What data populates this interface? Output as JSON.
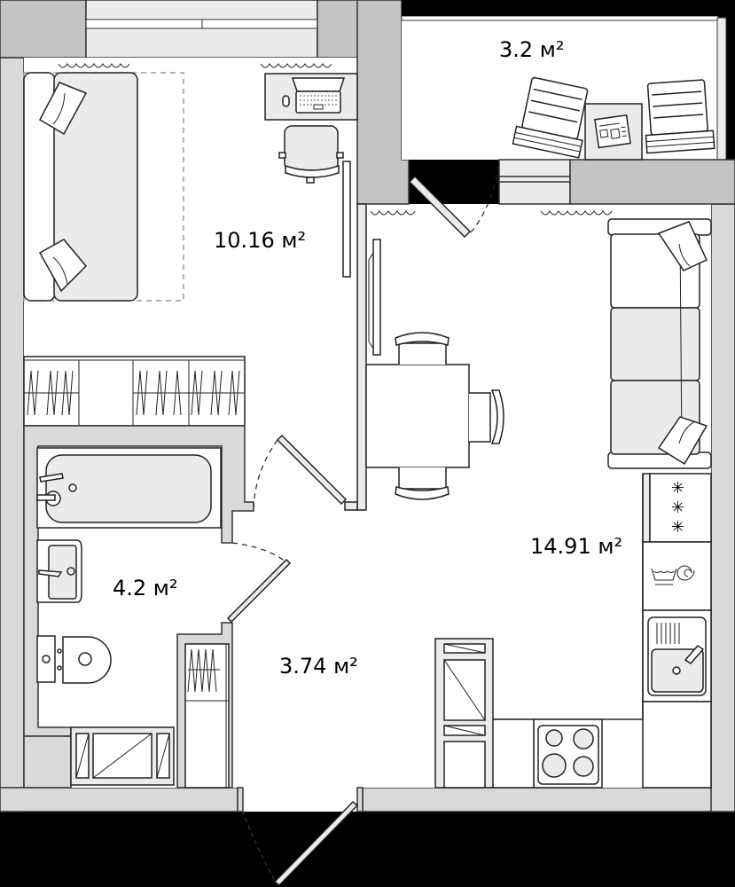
{
  "plan": {
    "rooms": [
      {
        "id": "bedroom",
        "area_label": "10.16 м²"
      },
      {
        "id": "balcony",
        "area_label": "3.2 м²"
      },
      {
        "id": "bathroom",
        "area_label": "4.2 м²"
      },
      {
        "id": "hallway",
        "area_label": "3.74 м²"
      },
      {
        "id": "living-kitchen",
        "area_label": "14.91 м²"
      }
    ],
    "colors": {
      "background": "#000000",
      "floor": "#ffffff",
      "wall": "#d9d9d9",
      "wall_dark": "#c4c4c4",
      "furniture": "#ebebeb",
      "line": "#222222"
    }
  }
}
